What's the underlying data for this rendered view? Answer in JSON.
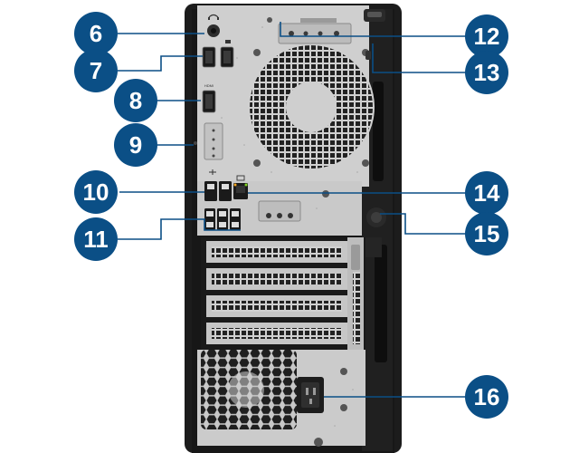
{
  "colors": {
    "callout_fill": "#0b4f86",
    "leader_line": "#0b4f86",
    "chassis": "#1c1c1c",
    "panel": "#cfcfcf",
    "panel_dark": "#b4b4b4",
    "vent": "#2a2a2a"
  },
  "callouts": [
    {
      "id": "c6",
      "number": "6",
      "side": "left",
      "target": "audio-jack"
    },
    {
      "id": "c7",
      "number": "7",
      "side": "left",
      "target": "displayport-pair"
    },
    {
      "id": "c8",
      "number": "8",
      "side": "left",
      "target": "hdmi-port"
    },
    {
      "id": "c9",
      "number": "9",
      "side": "left",
      "target": "optional-port"
    },
    {
      "id": "c10",
      "number": "10",
      "side": "left",
      "target": "usb-pair-upper"
    },
    {
      "id": "c11",
      "number": "11",
      "side": "left",
      "target": "usb-group-lower"
    },
    {
      "id": "c12",
      "number": "12",
      "side": "right",
      "target": "top-io-module"
    },
    {
      "id": "c13",
      "number": "13",
      "side": "right",
      "target": "padlock-loop"
    },
    {
      "id": "c14",
      "number": "14",
      "side": "right",
      "target": "rj45-port"
    },
    {
      "id": "c15",
      "number": "15",
      "side": "right",
      "target": "thumbscrew"
    },
    {
      "id": "c16",
      "number": "16",
      "side": "right",
      "target": "power-connector"
    }
  ],
  "port_labels": {
    "hdmi": "HDMI"
  },
  "icons": [
    "audio-headset-icon",
    "displayport-icon",
    "hdmi-icon",
    "usb-icon",
    "network-icon",
    "power-icon"
  ]
}
